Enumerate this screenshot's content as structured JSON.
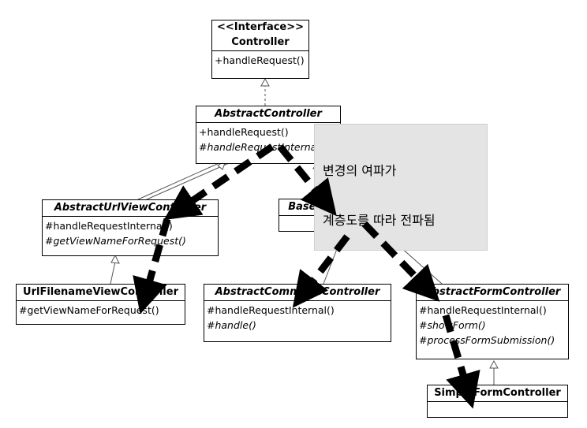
{
  "classes": {
    "controller": {
      "stereotype": "<<Interface>>",
      "name": "Controller",
      "ops": [
        "+handleRequest()"
      ]
    },
    "abstract_controller": {
      "name": "AbstractController",
      "ops": [
        "+handleRequest()",
        "#handleRequestInternal"
      ]
    },
    "abstract_url_view_controller": {
      "name": "AbstractUrlViewController",
      "ops": [
        "#handleRequestInternal()",
        "#getViewNameForRequest()"
      ]
    },
    "base_command_controller": {
      "name": "BaseCommandController",
      "ops": []
    },
    "url_filename_view_controller": {
      "name": "UrlFilenameViewController",
      "ops": [
        "#getViewNameForRequest()"
      ]
    },
    "abstract_command_controller": {
      "name": "AbstractCommandController",
      "ops": [
        "#handleRequestInternal()",
        "#handle()"
      ]
    },
    "abstract_form_controller": {
      "name": "AbstractFormController",
      "ops": [
        "#handleRequestInternal()",
        "#showForm()",
        "#processFormSubmission()"
      ]
    },
    "simple_form_controller": {
      "name": "SimpleFormController",
      "ops": []
    }
  },
  "note": {
    "line1": "변경의 여파가",
    "line2": "계층도를 따라 전파됨"
  },
  "colors": {
    "arrow": "#000000",
    "note_bg": "#e4e4e4",
    "edge": "#555555"
  }
}
